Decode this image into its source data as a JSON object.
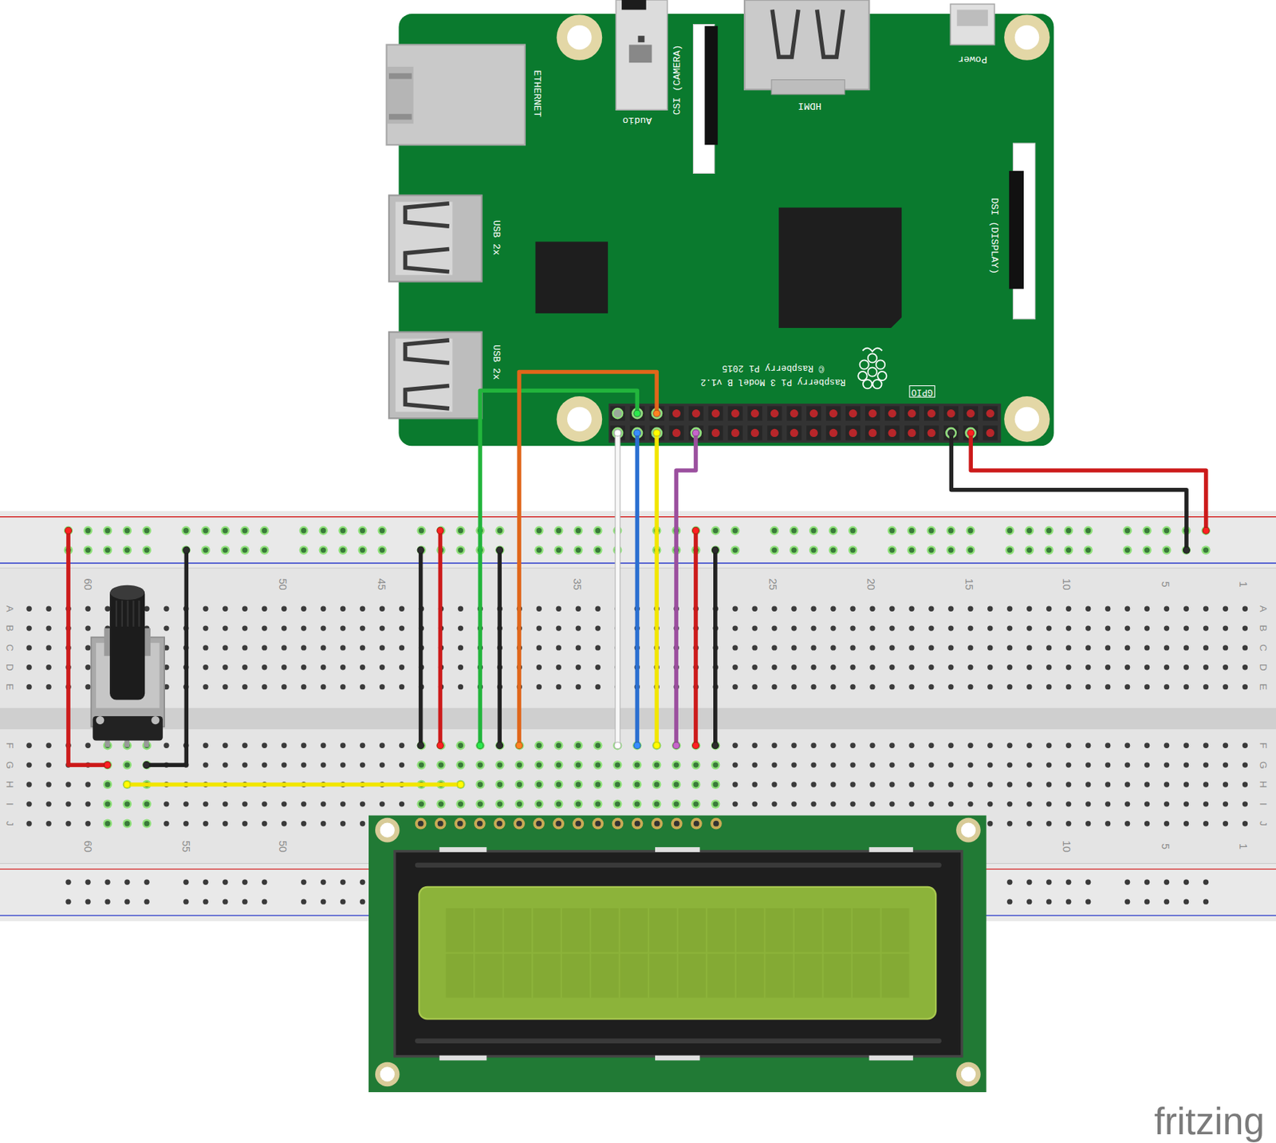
{
  "diagram": {
    "labels": [
      "ETHERNET",
      "Audio",
      "CSI (CAMERA)",
      "HDMI",
      "Power",
      "USB 2x",
      "USB 2x",
      "DSI (DISPLAY)",
      "© Raspberry Pi 2015",
      "Raspberry Pi 3 Model B v1.2",
      "GPIO",
      "60",
      "50",
      "45",
      "35",
      "25",
      "20",
      "15",
      "10",
      "5",
      "1",
      "60",
      "55",
      "50",
      "10",
      "5",
      "1",
      "A",
      "B",
      "C",
      "D",
      "E",
      "F",
      "G",
      "H",
      "I",
      "J",
      "A",
      "B",
      "C",
      "D",
      "E",
      "F",
      "G",
      "H",
      "I",
      "J",
      "fritzing"
    ]
  }
}
